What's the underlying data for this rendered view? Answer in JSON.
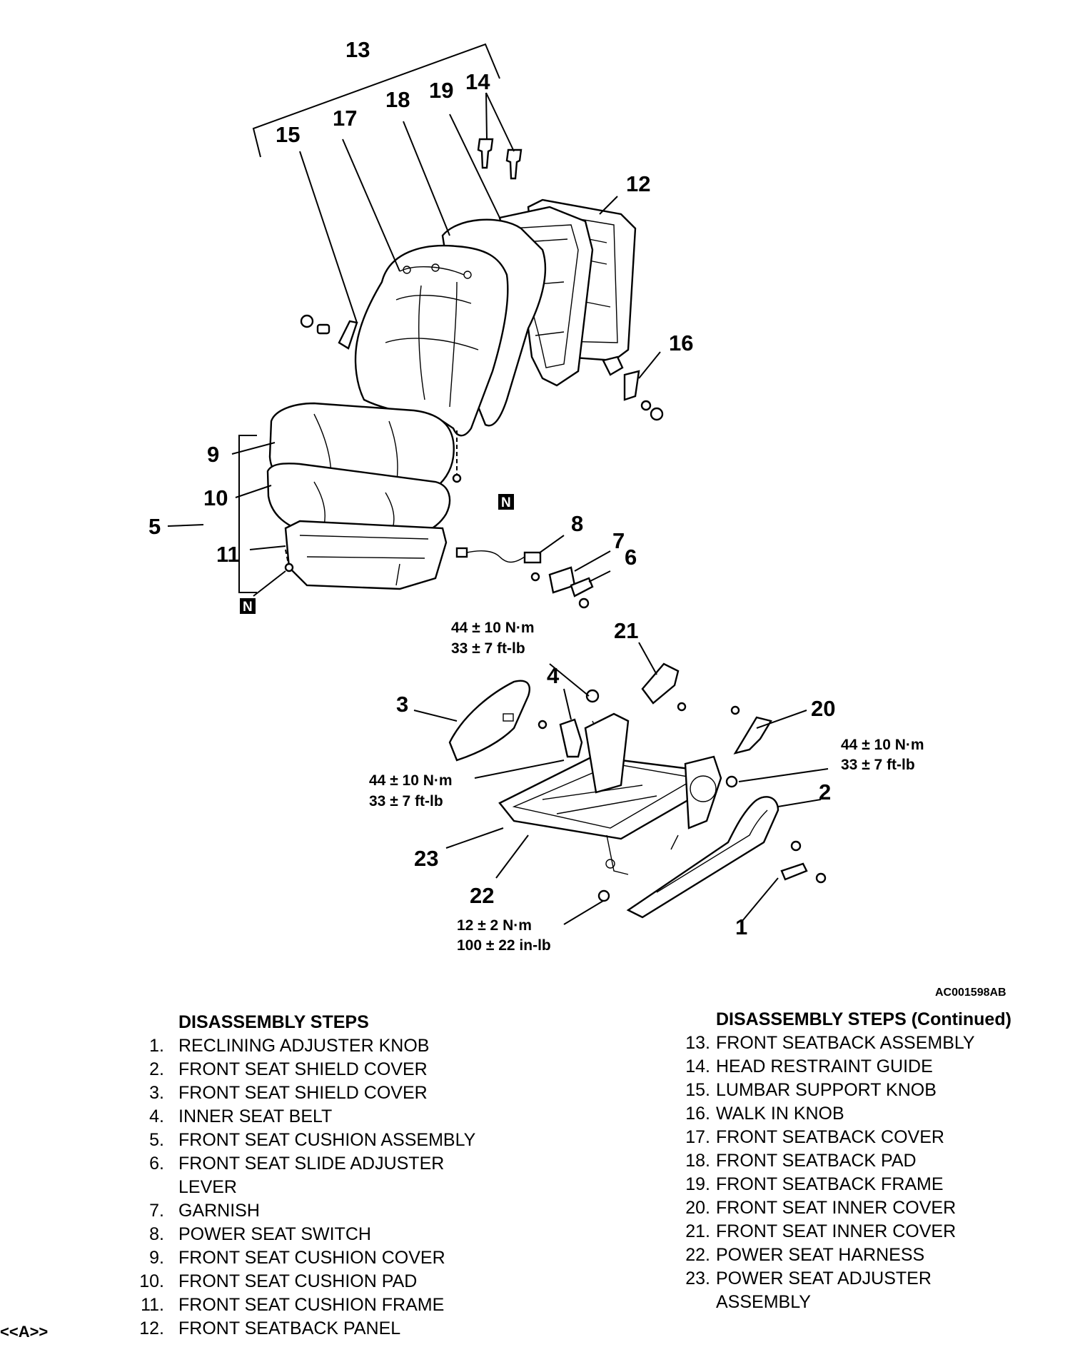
{
  "figure_id": "AC001598AB",
  "callouts": {
    "c1": "1",
    "c2": "2",
    "c3": "3",
    "c4": "4",
    "c5": "5",
    "c6": "6",
    "c7": "7",
    "c8": "8",
    "c9": "9",
    "c10": "10",
    "c11": "11",
    "c12": "12",
    "c13": "13",
    "c14": "14",
    "c15": "15",
    "c16": "16",
    "c17": "17",
    "c18": "18",
    "c19": "19",
    "c20": "20",
    "c21": "21",
    "c22": "22",
    "c23": "23"
  },
  "symbols": {
    "n_box": "N"
  },
  "torque": {
    "t_top": {
      "metric": "44 ± 10 N·m",
      "imperial": "33 ± 7 ft-lb"
    },
    "t_right": {
      "metric": "44 ± 10 N·m",
      "imperial": "33 ± 7 ft-lb"
    },
    "t_left": {
      "metric": "44 ± 10 N·m",
      "imperial": "33 ± 7 ft-lb"
    },
    "t_bottom": {
      "metric": "12 ± 2 N·m",
      "imperial": "100 ± 22 in-lb"
    }
  },
  "steps_left": {
    "heading": "DISASSEMBLY STEPS",
    "items": [
      {
        "num": "1.",
        "text": "RECLINING ADJUSTER KNOB"
      },
      {
        "num": "2.",
        "text": "FRONT SEAT SHIELD COVER"
      },
      {
        "num": "3.",
        "text": "FRONT SEAT SHIELD COVER"
      },
      {
        "num": "4.",
        "text": "INNER SEAT BELT"
      },
      {
        "num": "5.",
        "text": "FRONT SEAT CUSHION ASSEMBLY"
      },
      {
        "num": "6.",
        "text": "FRONT SEAT SLIDE ADJUSTER LEVER"
      },
      {
        "num": "7.",
        "text": "GARNISH"
      },
      {
        "num": "8.",
        "text": "POWER SEAT SWITCH"
      },
      {
        "num": "9.",
        "text": "FRONT SEAT CUSHION COVER"
      },
      {
        "num": "10.",
        "text": "FRONT SEAT CUSHION PAD"
      },
      {
        "num": "11.",
        "text": "FRONT SEAT CUSHION FRAME"
      },
      {
        "num": "12.",
        "text": "FRONT SEATBACK PANEL"
      }
    ]
  },
  "steps_right": {
    "heading": "DISASSEMBLY STEPS (Continued)",
    "items": [
      {
        "num": "13.",
        "text": "FRONT SEATBACK ASSEMBLY"
      },
      {
        "num": "14.",
        "text": "HEAD RESTRAINT GUIDE"
      },
      {
        "num": "15.",
        "text": "LUMBAR SUPPORT KNOB"
      },
      {
        "num": "16.",
        "text": "WALK IN KNOB"
      },
      {
        "num": "17.",
        "text": "FRONT SEATBACK COVER"
      },
      {
        "num": "18.",
        "text": "FRONT SEATBACK PAD"
      },
      {
        "num": "19.",
        "text": "FRONT SEATBACK FRAME"
      },
      {
        "num": "20.",
        "text": "FRONT SEAT INNER COVER"
      },
      {
        "num": "21.",
        "text": "FRONT SEAT INNER COVER"
      },
      {
        "num": "22.",
        "text": "POWER SEAT HARNESS"
      },
      {
        "num": "23.",
        "text": "POWER SEAT ADJUSTER ASSEMBLY"
      }
    ]
  },
  "side_marker": "<<A>>"
}
